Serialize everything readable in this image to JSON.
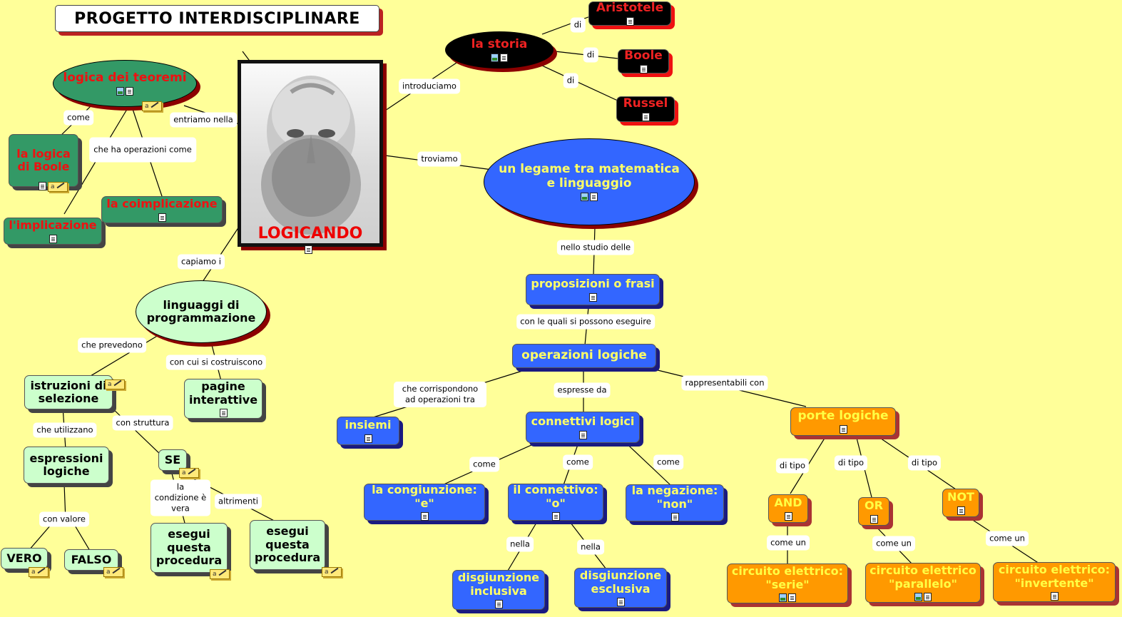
{
  "title": "PROGETTO INTERDISCIPLINARE",
  "central": {
    "label": "LOGICANDO",
    "image": "aristotle-bust"
  },
  "nodes": {
    "storia": "la storia",
    "aristotele": "Aristotele",
    "boole": "Boole",
    "russel": "Russel",
    "legame": "un legame tra matematica e linguaggio",
    "proposizioni": "proposizioni o frasi",
    "operazioni": "operazioni logiche",
    "insiemi": "insiemi",
    "connettivi": "connettivi logici",
    "porte": "porte logiche",
    "congiunzione": "la congiunzione: \"e\"",
    "connettivo": "il connettivo: \"o\"",
    "negazione": "la negazione: \"non\"",
    "disg_incl": "disgiunzione inclusiva",
    "disg_escl": "disgiunzione esclusiva",
    "and": "AND",
    "or": "OR",
    "not": "NOT",
    "serie": "circuito elettrico: \"serie\"",
    "parallelo": "circuito elettrico \"parallelo\"",
    "invertente": "circuito elettrico: \"invertente\"",
    "teoremi": "logica dei teoremi",
    "logica_boole": "la logica di Boole",
    "coimplicazione": "la coimplicazione",
    "implicazione": "l'implicazione",
    "linguaggi": "linguaggi di programmazione",
    "istruzioni": "istruzioni di selezione",
    "pagine": "pagine interattive",
    "espressioni": "espressioni logiche",
    "se": "SE",
    "vero": "VERO",
    "falso": "FALSO",
    "proc1": "esegui questa procedura",
    "proc2": "esegui questa procedura"
  },
  "links": {
    "introduciamo": "introduciamo",
    "di1": "di",
    "di2": "di",
    "di3": "di",
    "troviamo": "troviamo",
    "nello_studio": "nello studio delle",
    "con_le_quali": "con le quali si possono eseguire",
    "corrispondono": "che corrispondono ad operazioni tra",
    "espresse": "espresse da",
    "rappresentabili": "rappresentabili con",
    "come1": "come",
    "come2": "come",
    "come3": "come",
    "nella1": "nella",
    "nella2": "nella",
    "di_tipo1": "di tipo",
    "di_tipo2": "di tipo",
    "di_tipo3": "di tipo",
    "come_un1": "come un",
    "come_un2": "come un",
    "come_un3": "come un",
    "entriamo": "entriamo nella",
    "come_boole": "come",
    "ha_operazioni": "che ha operazioni come",
    "capiamo": "capiamo i",
    "prevedono": "che prevedono",
    "costruiscono": "con cui si costruiscono",
    "utilizzano": "che utilizzano",
    "struttura": "con struttura",
    "valore": "con valore",
    "condizione": "la condizione è vera",
    "altrimenti": "altrimenti"
  },
  "colors": {
    "background": "#ffff99",
    "blue_node": "#3366ff",
    "green_node": "#339966",
    "pale_node": "#ccffcc",
    "orange_node": "#ff9900",
    "black_node": "#000000",
    "red_text": "#ee1111",
    "yellow_text": "#ffff66"
  }
}
